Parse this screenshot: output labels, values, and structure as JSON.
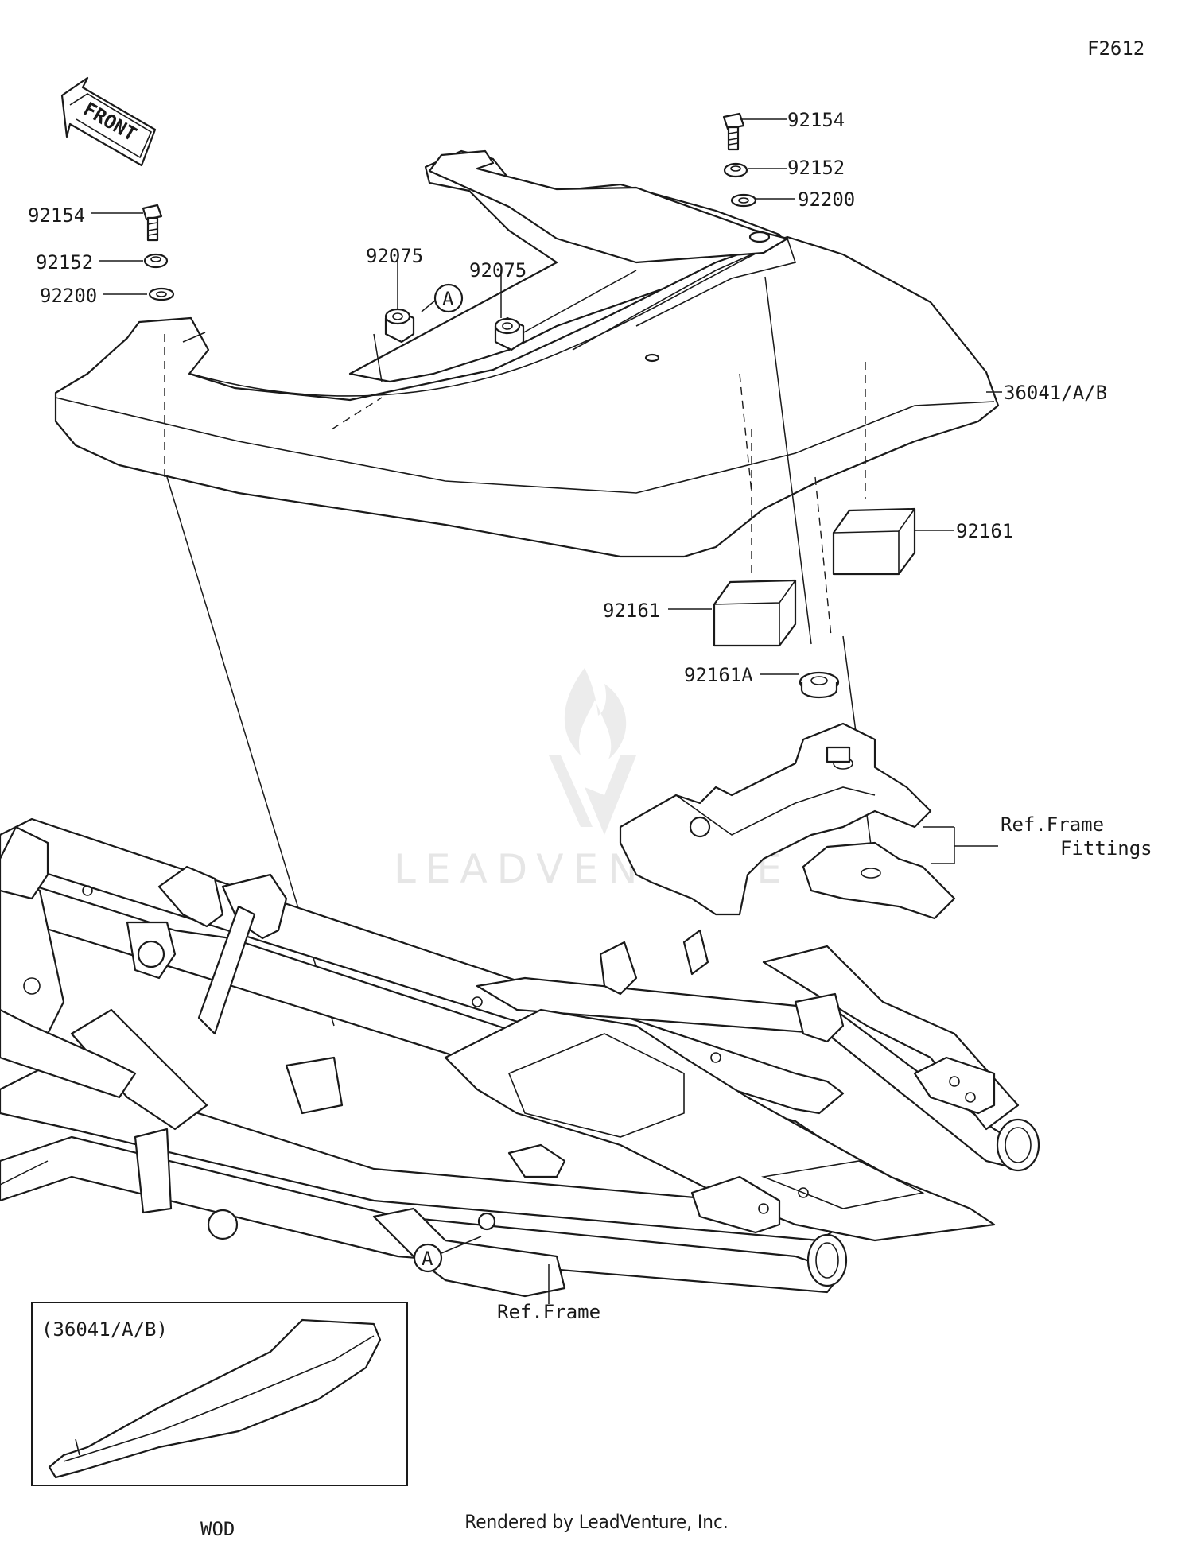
{
  "diagram_code": "F2612",
  "front_label": "FRONT",
  "callout_letter": "A",
  "watermark": "LEADVENTURE",
  "labels": {
    "bolt_right": "92154",
    "collar_right": "92152",
    "washer_right": "92200",
    "bolt_left": "92154",
    "collar_left": "92152",
    "washer_left": "92200",
    "grommet_1": "92075",
    "grommet_2": "92075",
    "cover": "36041/A/B",
    "pad_right": "92161",
    "pad_left": "92161",
    "damper": "92161A",
    "ref_fittings_line1": "Ref.Frame",
    "ref_fittings_line2": "Fittings",
    "ref_frame": "Ref.Frame"
  },
  "inset": {
    "title": "(36041/A/B)",
    "caption": "WOD"
  },
  "footer": "Rendered by LeadVenture, Inc."
}
